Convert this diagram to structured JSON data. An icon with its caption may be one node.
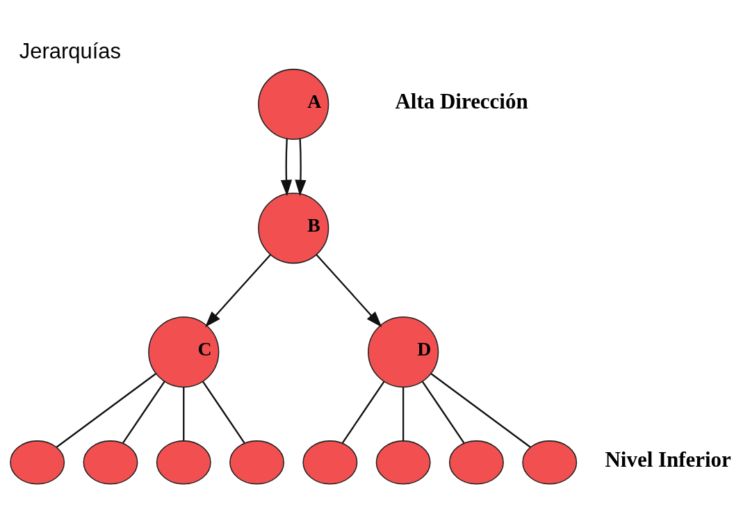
{
  "diagram": {
    "title": "Jerarquías",
    "nodes": [
      {
        "text": [
          "A"
        ]
      },
      {
        "text": [
          "B"
        ]
      },
      {
        "text": [
          "C"
        ]
      },
      {
        "text": [
          "D"
        ]
      },
      {
        "text": [],
        "shape": "ellipse"
      },
      {
        "text": [],
        "shape": "ellipse"
      },
      {
        "text": [],
        "shape": "ellipse"
      },
      {
        "text": [],
        "shape": "ellipse"
      },
      {
        "text": [],
        "shape": "ellipse"
      },
      {
        "text": [],
        "shape": "ellipse"
      },
      {
        "text": [],
        "shape": "ellipse"
      },
      {
        "text": [],
        "shape": "ellipse"
      }
    ],
    "edges": [
      {
        "from": 0,
        "to": 1,
        "arrow": "to"
      },
      {
        "from": 0,
        "to": 1,
        "arrow": "to"
      },
      {
        "from": 1,
        "to": 2,
        "arrow": "to"
      },
      {
        "from": 1,
        "to": 3,
        "arrow": "to"
      },
      {
        "from": 2,
        "to": 4,
        "arrow": "none"
      },
      {
        "from": 2,
        "to": 5,
        "arrow": "none"
      },
      {
        "from": 2,
        "to": 6,
        "arrow": "none"
      },
      {
        "from": 2,
        "to": 7,
        "arrow": "none"
      },
      {
        "from": 3,
        "to": 8,
        "arrow": "none"
      },
      {
        "from": 3,
        "to": 9,
        "arrow": "none"
      },
      {
        "from": 3,
        "to": 10,
        "arrow": "none"
      },
      {
        "from": 3,
        "to": 11,
        "arrow": "none"
      }
    ],
    "labels": [
      "Alta Dirección",
      "Nivel Inferior"
    ]
  }
}
